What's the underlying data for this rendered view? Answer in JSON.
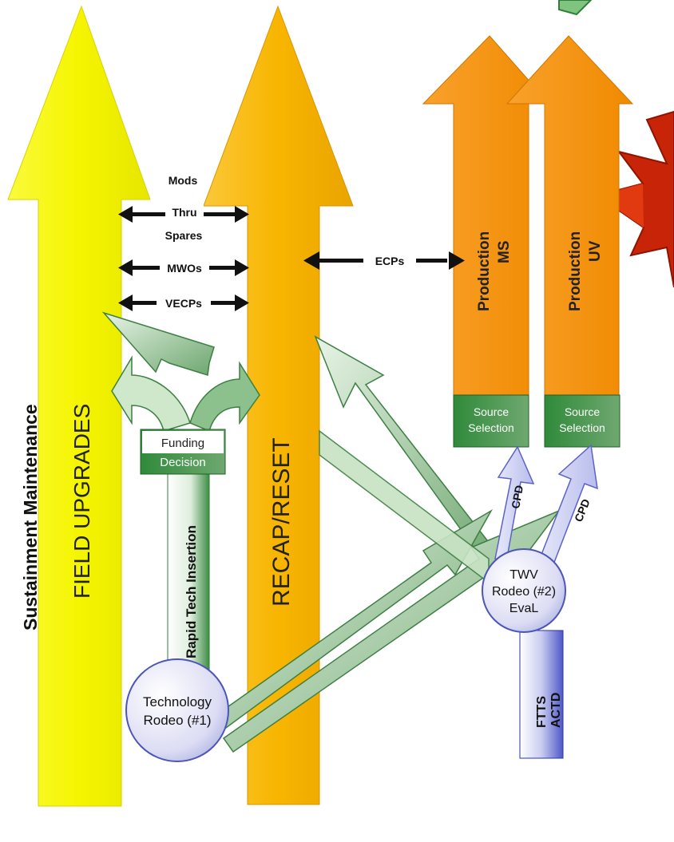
{
  "arrows": {
    "sustainment": "Sustainment Maintenance",
    "field_upgrades": "FIELD UPGRADES",
    "recap_reset": "RECAP/RESET",
    "production_ms": [
      "Production",
      "MS"
    ],
    "production_uv": [
      "Production",
      "UV"
    ]
  },
  "links": {
    "mods_thru_spares": [
      "Mods",
      "Thru",
      "Spares"
    ],
    "mwos": "MWOs",
    "vecps": "VECPs",
    "ecps": "ECPs"
  },
  "boxes": {
    "funding_decision": [
      "Funding",
      "Decision"
    ],
    "source_selection_ms": [
      "Source",
      "Selection"
    ],
    "source_selection_uv": [
      "Source",
      "Selection"
    ],
    "rapid_tech_insertion": "Rapid Tech Insertion",
    "ftts_actd": [
      "FTTS",
      "ACTD"
    ]
  },
  "nodes": {
    "technology_rodeo": [
      "Technology",
      "Rodeo (#1)"
    ],
    "twv_rodeo": [
      "TWV",
      "Rodeo (#2)",
      "EvaL"
    ]
  },
  "cpd": [
    "CPD",
    "CPD"
  ],
  "colors": {
    "yellow": "#f5f500",
    "gold": "#f8b500",
    "orange": "#f59000",
    "green_light": "#d5ead3",
    "green_dark": "#3f8f47",
    "lavender": "#c9ccf0",
    "red": "#c82508"
  }
}
